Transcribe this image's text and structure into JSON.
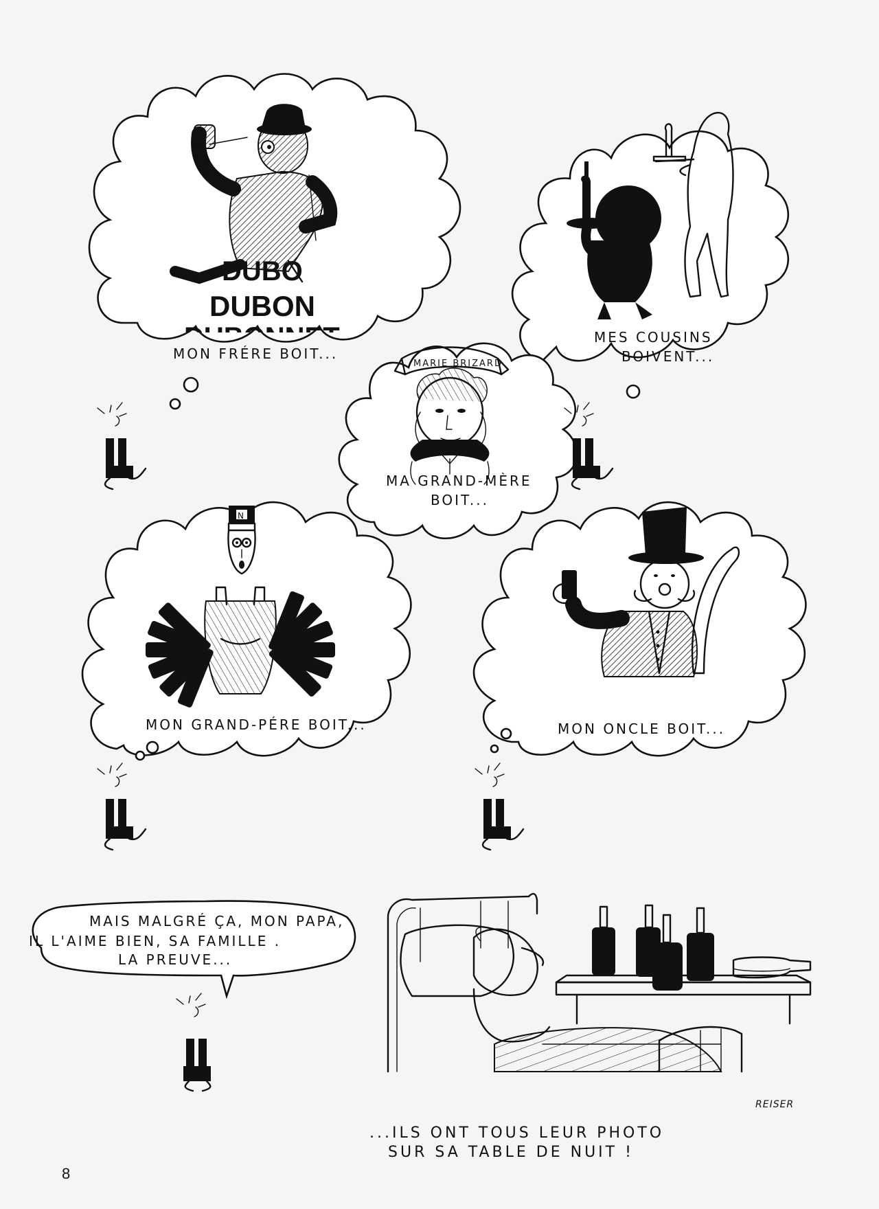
{
  "page": {
    "number": "8"
  },
  "panels": {
    "brother": {
      "caption": "MON FRÉRE BOIT...",
      "ad_lines": [
        "DUBO",
        "DUBON",
        "DUBONNET"
      ]
    },
    "cousins": {
      "caption_lines": [
        "MES COUSINS",
        "BOIVENT..."
      ]
    },
    "grandmother": {
      "caption_lines": [
        "MA GRAND-MÈRE",
        "BOIT..."
      ],
      "banner": "MARIE BRIZARD"
    },
    "grandfather": {
      "caption": "MON GRAND-PÉRE BOIT...",
      "cap_letter": "N"
    },
    "uncle": {
      "caption": "MON ONCLE BOIT..."
    },
    "father": {
      "speech_lines": [
        "MAIS MALGRÉ ÇA, MON PAPA,",
        "IL L'AIME BIEN, SA FAMILLE .",
        "LA PREUVE..."
      ]
    }
  },
  "final_caption_lines": [
    "...ILS ONT TOUS LEUR PHOTO",
    "SUR SA TABLE DE NUIT !"
  ],
  "signature": "REISER",
  "colors": {
    "ink": "#111111",
    "paper": "#f7f5f4",
    "bubble": "#ffffff"
  }
}
